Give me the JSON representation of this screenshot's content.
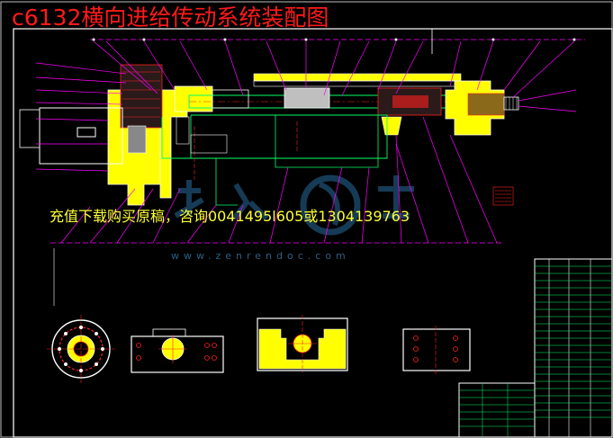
{
  "title": "c6132横向进给传动系统装配图",
  "promo_text": "充值下载购买原稿，咨询0041495l605或1304139763",
  "watermark": "www.zenrendoc.com",
  "colors": {
    "background": "#000000",
    "title": "#ff1a1a",
    "promo": "#ffff33",
    "outline": "#ffffff",
    "yellow_part": "#ffff00",
    "green_line": "#00ff66",
    "magenta_line": "#ff00ff",
    "cyan_line": "#00e0ff",
    "red_line": "#ff2020",
    "watermark": "#2c5f82"
  }
}
